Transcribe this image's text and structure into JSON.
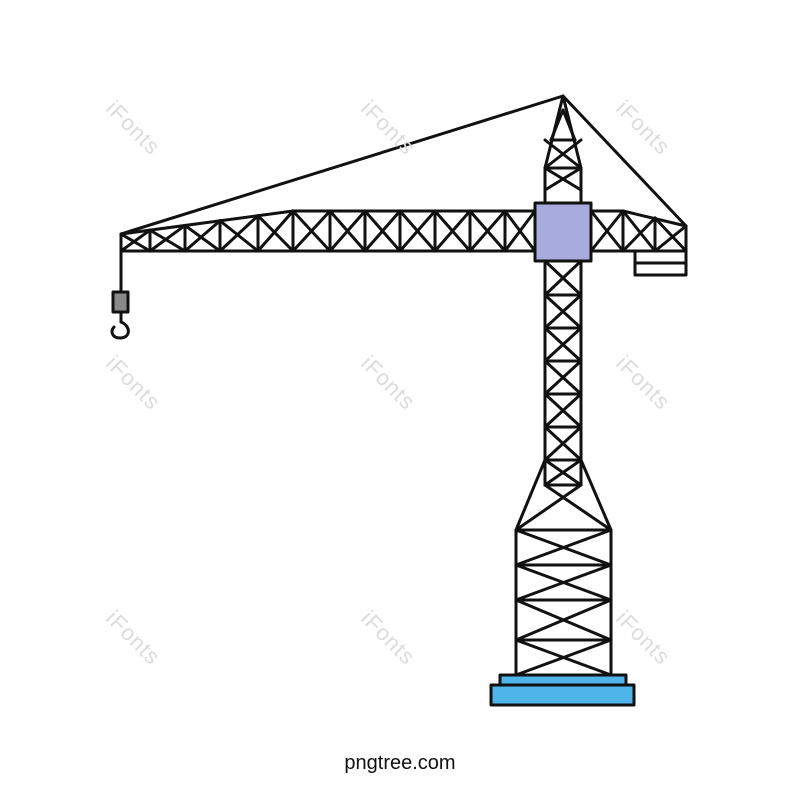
{
  "image": {
    "subject": "tower crane",
    "colors": {
      "outline": "#111111",
      "cab": "#a8acdc",
      "base": "#4fb4e9",
      "hook_block": "#8a8a8a",
      "watermark": "#dcdcdc",
      "background": "#ffffff"
    },
    "icons": [
      "crane-hook-icon"
    ]
  },
  "watermark": {
    "text": "iFonts"
  },
  "footer": {
    "text": "pngtree.com"
  }
}
